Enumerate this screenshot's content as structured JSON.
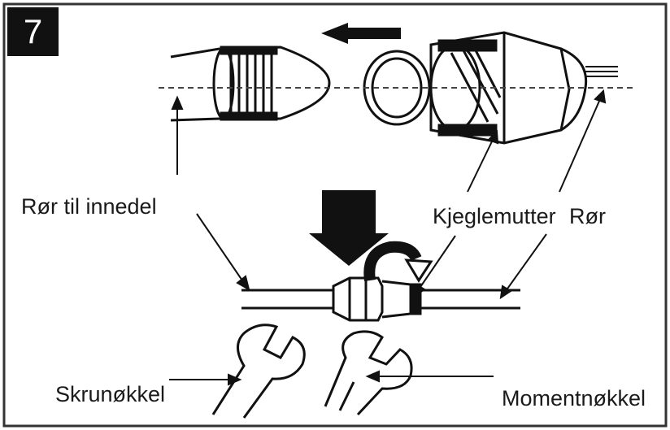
{
  "step_number": "7",
  "labels": {
    "pipe_to_indoor_unit": "Rør til innedel",
    "flare_nut": "Kjeglemutter",
    "pipe": "Rør",
    "spanner": "Skrunøkkel",
    "torque_wrench": "Momentnøkkel"
  },
  "colors": {
    "ink": "#111111",
    "frame": "#333333",
    "background": "#ffffff"
  },
  "icons": [
    "arrow-left-icon",
    "arrow-down-icon",
    "rotation-arrow-icon",
    "spanner-icon",
    "torque-wrench-icon"
  ]
}
